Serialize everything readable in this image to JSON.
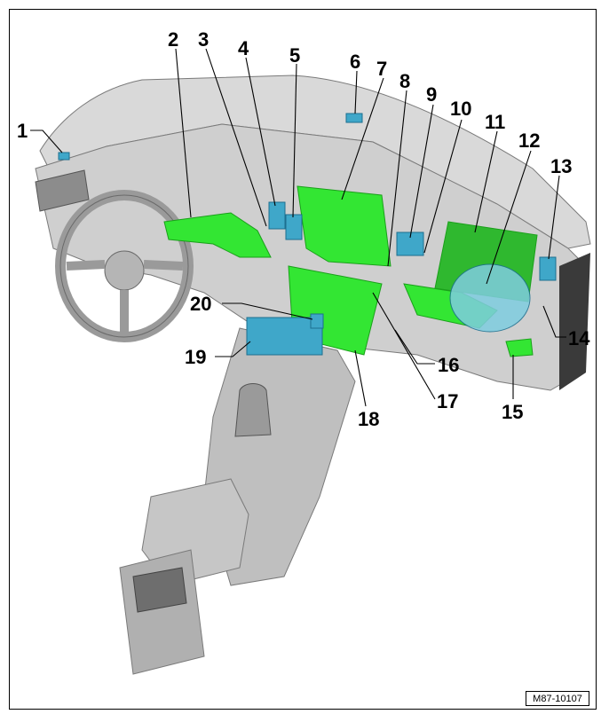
{
  "figure_code": "M87-10107",
  "colors": {
    "dash_light": "#d9d9d9",
    "dash_mid": "#b8b8b8",
    "dash_dark": "#7a7a7a",
    "component_green": "#33e633",
    "component_green_dark": "#1aa01a",
    "component_blue": "#3fa7c9",
    "component_blue_dark": "#1c6f8f"
  },
  "callouts": [
    {
      "label": "1"
    },
    {
      "label": "2"
    },
    {
      "label": "3"
    },
    {
      "label": "4"
    },
    {
      "label": "5"
    },
    {
      "label": "6"
    },
    {
      "label": "7"
    },
    {
      "label": "8"
    },
    {
      "label": "9"
    },
    {
      "label": "10"
    },
    {
      "label": "11"
    },
    {
      "label": "12"
    },
    {
      "label": "13"
    },
    {
      "label": "14"
    },
    {
      "label": "15"
    },
    {
      "label": "16"
    },
    {
      "label": "17"
    },
    {
      "label": "18"
    },
    {
      "label": "19"
    },
    {
      "label": "20"
    }
  ]
}
